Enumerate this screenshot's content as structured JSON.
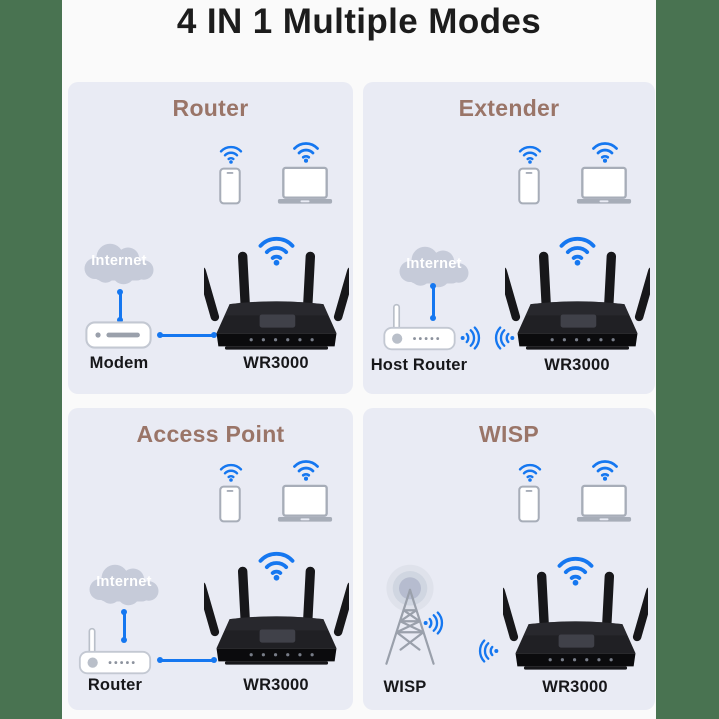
{
  "title": "4 IN 1 Multiple Modes",
  "colors": {
    "accent_blue": "#1577F0",
    "mode_title_brown": "#9A7568",
    "side_band_green": "#497351",
    "panel_background": "#E9EBF4",
    "page_background": "#FAFAFA",
    "cloud_gray": "#C6CBD9"
  },
  "panels": [
    {
      "title": "Router",
      "cloud_label": "Internet",
      "source_label": "Modem",
      "product_label": "WR3000"
    },
    {
      "title": "Extender",
      "cloud_label": "Internet",
      "source_label": "Host Router",
      "product_label": "WR3000"
    },
    {
      "title": "Access Point",
      "cloud_label": "Internet",
      "source_label": "Router",
      "product_label": "WR3000"
    },
    {
      "title": "WISP",
      "source_label": "WISP",
      "product_label": "WR3000"
    }
  ]
}
